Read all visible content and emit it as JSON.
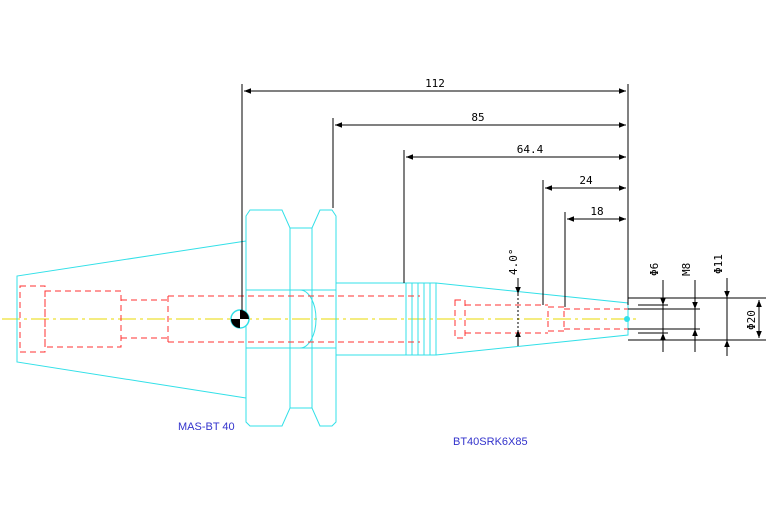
{
  "dimensions": {
    "d112": "112",
    "d85": "85",
    "d64_4": "64.4",
    "d24": "24",
    "d18": "18",
    "angle": "4.0°",
    "dia6": "Φ6",
    "m8": "M8",
    "dia11": "Φ11",
    "dia20": "Φ20"
  },
  "labels": {
    "holder": "MAS-BT 40",
    "part": "BT40SRK6X85"
  },
  "colors": {
    "outline": "#33e0e8",
    "hidden": "#ff3030",
    "centerline": "#e8d800",
    "dimension": "#000000",
    "label": "#3333cc"
  }
}
